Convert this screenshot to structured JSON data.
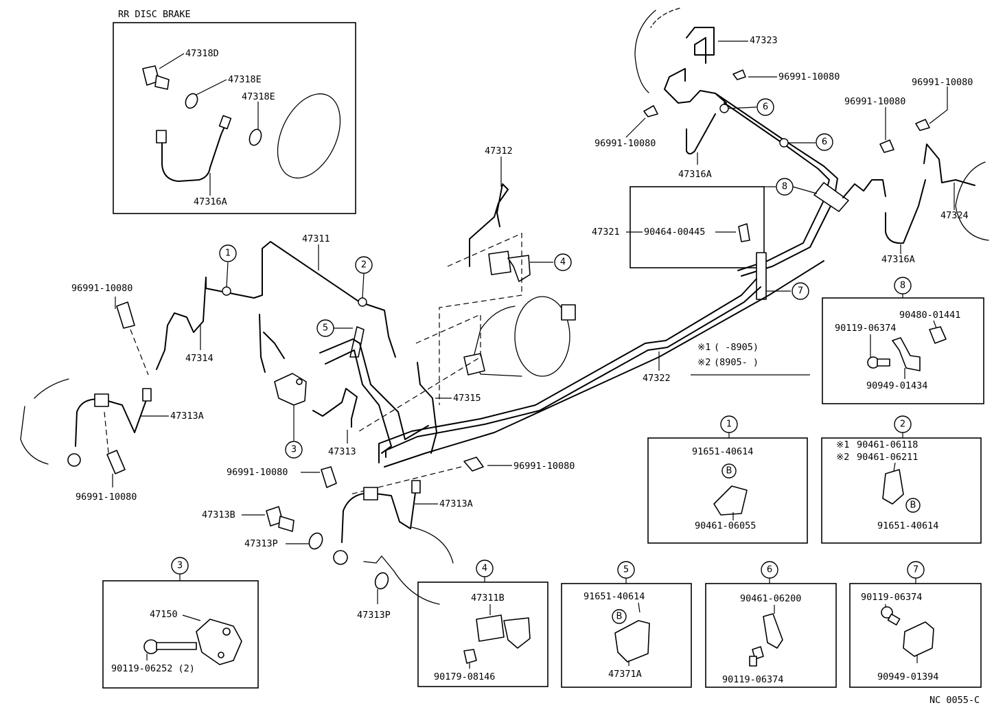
{
  "header": {
    "title": "RR  DISC BRAKE"
  },
  "footer": {
    "code": "NC  0055-C"
  },
  "legend": {
    "line1_mark": "※1",
    "line1_text": "(      -8905)",
    "line2_mark": "※2",
    "line2_text": "(8905-       )"
  },
  "labels": {
    "p47318D": "47318D",
    "p47318E_a": "47318E",
    "p47318E_b": "47318E",
    "p47316A_inset": "47316A",
    "p47323": "47323",
    "p96991_top1": "96991-10080",
    "p96991_top2": "96991-10080",
    "p96991_right1": "96991-10080",
    "p96991_right2": "96991-10080",
    "p47316A_top": "47316A",
    "p47312": "47312",
    "p47321": "47321",
    "p90464": "90464-00445",
    "p47324": "47324",
    "p47316A_right": "47316A",
    "p47311": "47311",
    "p96991_left": "96991-10080",
    "p47314": "47314",
    "p47313A_left": "47313A",
    "p96991_bottomleft": "96991-10080",
    "p47315": "47315",
    "p47322": "47322",
    "p47313": "47313",
    "p96991_mid": "96991-10080",
    "p96991_mid2": "96991-10080",
    "p47313A_mid": "47313A",
    "p47313B": "47313B",
    "p47313P_a": "47313P",
    "p47313P_b": "47313P"
  },
  "callouts": [
    "1",
    "2",
    "3",
    "4",
    "5",
    "6",
    "6",
    "7",
    "8"
  ],
  "detail_boxes": {
    "b8": {
      "id": "8",
      "part1": "90480-01441",
      "part2": "90119-06374",
      "part3": "90949-01434"
    },
    "b1": {
      "id": "1",
      "part1": "91651-40614",
      "mark": "B",
      "part2": "90461-06055"
    },
    "b2": {
      "id": "2",
      "mark1": "※1",
      "part1": "90461-06118",
      "mark2": "※2",
      "part2": "90461-06211",
      "mark": "B",
      "part3": "91651-40614"
    },
    "b3": {
      "id": "3",
      "part1": "47150",
      "part2": "90119-06252 (2)"
    },
    "b4": {
      "id": "4",
      "part1": "47311B",
      "part2": "90179-08146"
    },
    "b5": {
      "id": "5",
      "part1": "91651-40614",
      "mark": "B",
      "part2": "47371A"
    },
    "b6": {
      "id": "6",
      "part1": "90461-06200",
      "part2": "90119-06374"
    },
    "b7": {
      "id": "7",
      "part1": "90119-06374",
      "part2": "90949-01394"
    }
  }
}
